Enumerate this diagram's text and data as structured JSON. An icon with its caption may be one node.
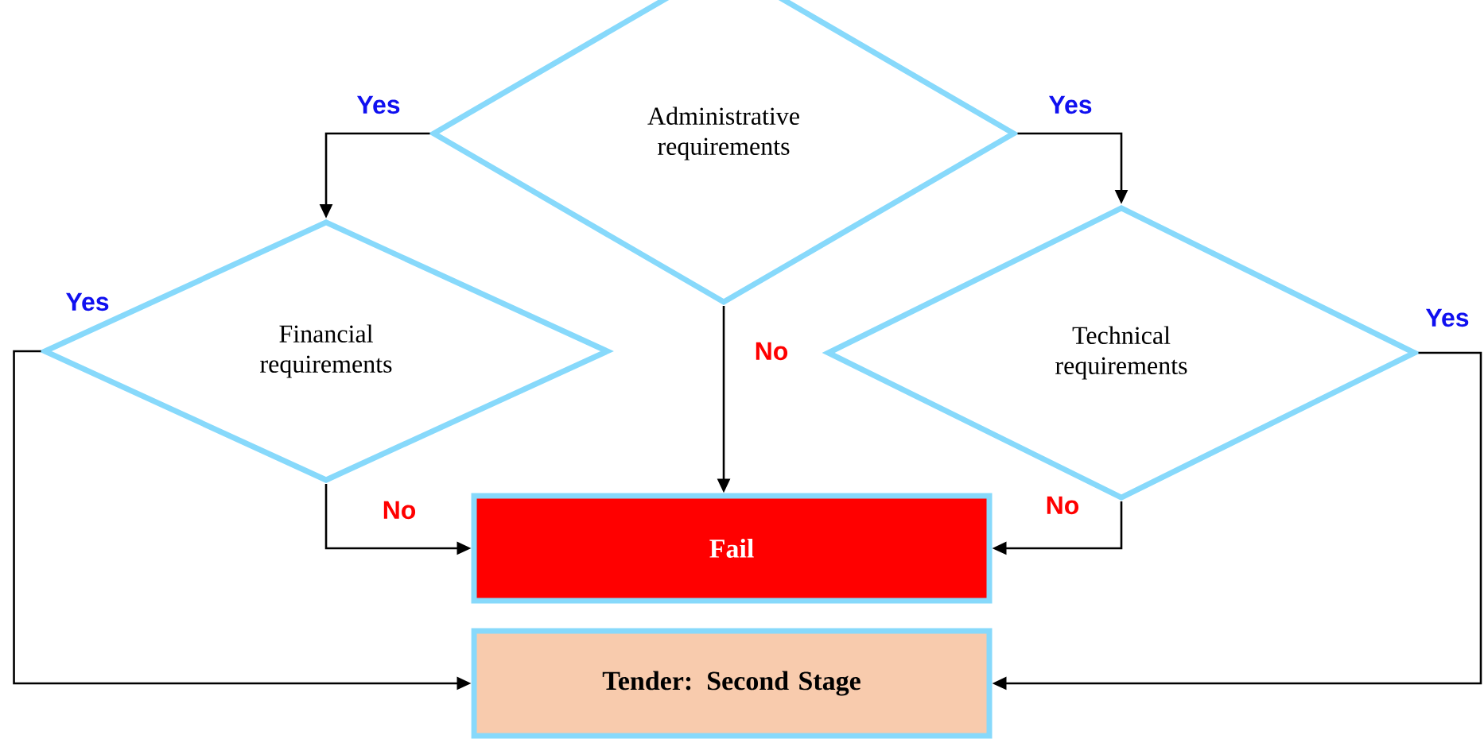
{
  "diagram": {
    "nodes": [
      {
        "text": [
          "Administrative requirements"
        ]
      },
      {
        "text": [
          "Financial requirements"
        ]
      },
      {
        "text": [
          "Technical requirements"
        ]
      },
      {
        "text": [
          "Fail"
        ]
      },
      {
        "text": [
          "Tender: Second Stage"
        ]
      }
    ],
    "edges": [
      {
        "from": 0,
        "to": 1,
        "arrow": "to",
        "label": "Yes"
      },
      {
        "from": 0,
        "to": 2,
        "arrow": "to",
        "label": "Yes"
      },
      {
        "from": 0,
        "to": 3,
        "arrow": "to",
        "label": "No"
      },
      {
        "from": 1,
        "to": 3,
        "arrow": "to",
        "label": "No"
      },
      {
        "from": 2,
        "to": 3,
        "arrow": "to",
        "label": "No"
      },
      {
        "from": 1,
        "to": 4,
        "arrow": "to",
        "label": "Yes"
      },
      {
        "from": 2,
        "to": 4,
        "arrow": "to",
        "label": "Yes"
      }
    ]
  }
}
